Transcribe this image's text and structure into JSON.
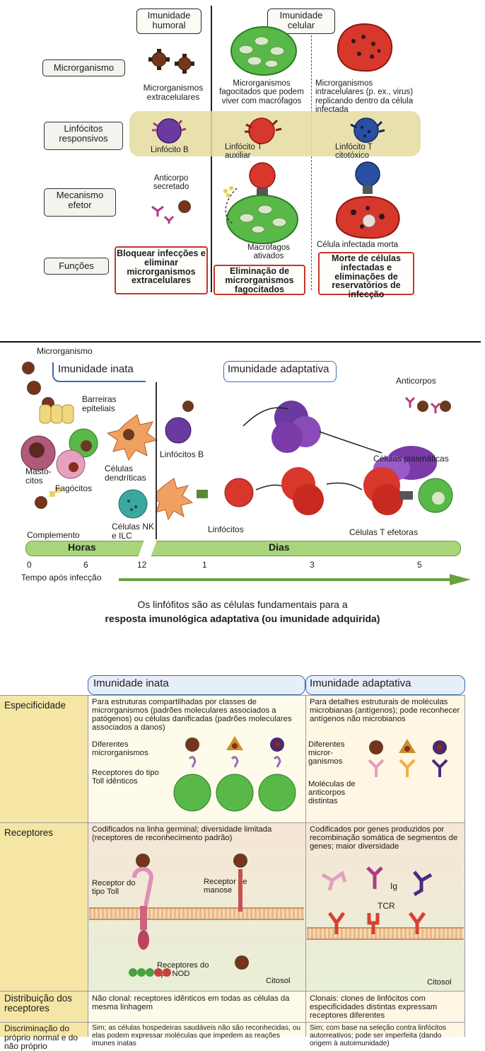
{
  "fig1": {
    "humoral_header": "Imunidade humoral",
    "cellular_header": "Imunidade celular",
    "rows": {
      "microorganism": "Microrganismo",
      "lymphocytes": "Linfócitos responsivos",
      "effector": "Mecanismo efetor",
      "functions": "Funções"
    },
    "micro_extra": "Microrganismos extracelulares",
    "micro_phago": "Microrganismos fagocitados que podem viver com macrófagos",
    "micro_intra": "Microrganismos intracelulares (p. ex., virus) replicando dentro da célula infectada",
    "b_cell": "Linfócito B",
    "t_helper": "Linfócito T auxiliar",
    "t_cyto": "Linfócito T citotóxico",
    "antibody": "Anticorpo secretado",
    "macro_active": "Macrófagos ativados",
    "infected_dead": "Célula infectada morta",
    "func1": "Bloquear infecções e eliminar microrganismos extracelulares",
    "func2": "Eliminação de microrganismos fagocitados",
    "func3": "Morte de células infectadas e eliminações de reservatórios de infecção"
  },
  "fig2": {
    "microorganism": "Microrganismo",
    "innate_header": "Imunidade inata",
    "adaptive_header": "Imunidade adaptativa",
    "epithelial": "Barreiras epiteliais",
    "mast": "Mastó- citos",
    "phagocytes": "Fagócitos",
    "dendritic": "Células dendríticas",
    "complement": "Complemento",
    "nk": "Células NK e ILC",
    "b_lymph": "Linfócitos B",
    "lymph": "Linfócitos",
    "antibodies": "Anticorpos",
    "plasma": "Células plasmáticas",
    "t_effector": "Células T efetoras",
    "hours": "Horas",
    "days": "Dias",
    "ticks": [
      "0",
      "6",
      "12",
      "1",
      "3",
      "5"
    ],
    "time_label": "Tempo após infecção",
    "caption_line1": "Os linfófitos são as células  fundamentais para a",
    "caption_line2": "resposta imunológica adaptativa (ou imunidade adquirida)"
  },
  "fig3": {
    "innate_header": "Imunidade inata",
    "adaptive_header": "Imunidade adaptativa",
    "row_labels": {
      "spec": "Especificidade",
      "receptors": "Receptores",
      "distribution": "Distribuição dos receptores",
      "discrimination": "Discriminação do próprio normal e do não próprio"
    },
    "spec_innate": "Para estruturas compartilhadas por classes de microrganismos (padrões moleculares associados a patógenos) ou células danificadas (padrões moleculares associados a danos)",
    "diff_micro": "Diferentes microrganismos",
    "toll_identical": "Receptores do tipo Toll idênticos",
    "spec_adaptive": "Para detalhes estruturais de moléculas microbianas (antígenos); pode reconhecer antígenos não microbianos",
    "diff_micro2": "Diferentes micror- ganismos",
    "ab_molecules": "Moléculas de anticorpos distintas",
    "rec_innate": "Codificados na linha germinal; diversidade limitada (receptores de reconhecimento padrão)",
    "toll_receptor": "Receptor do tipo Toll",
    "mannose_receptor": "Receptor de manose",
    "nod_receptor": "Receptores do tipo NOD",
    "cytosol": "Citosol",
    "rec_adaptive": "Codificados por genes produzidos por recombinação somática de segmentos de genes; maior diversidade",
    "ig": "Ig",
    "tcr": "TCR",
    "dist_innate": "Não clonal: receptores idênticos em todas as células da mesma linhagem",
    "dist_adaptive": "Clonais: clones de linfócitos com especificidades distintas expressam receptores diferentes",
    "disc_innate": "Sim; as células hospedeiras saudáveis não são reconhecidas, ou elas podem expressar moléculas que impedem as reações imunes inatas",
    "disc_adaptive": "Sim; com base na seleção contra linfócitos autorreativos; pode ser imperfeita (dando origem à autoimunidade)"
  },
  "colors": {
    "red_cell": "#d8372c",
    "green_cell": "#58b848",
    "blue_cell": "#2a4ea0",
    "purple_cell": "#6a3aa0",
    "timeline_green": "#a8d47a",
    "label_yellow": "#f6e6a6"
  }
}
